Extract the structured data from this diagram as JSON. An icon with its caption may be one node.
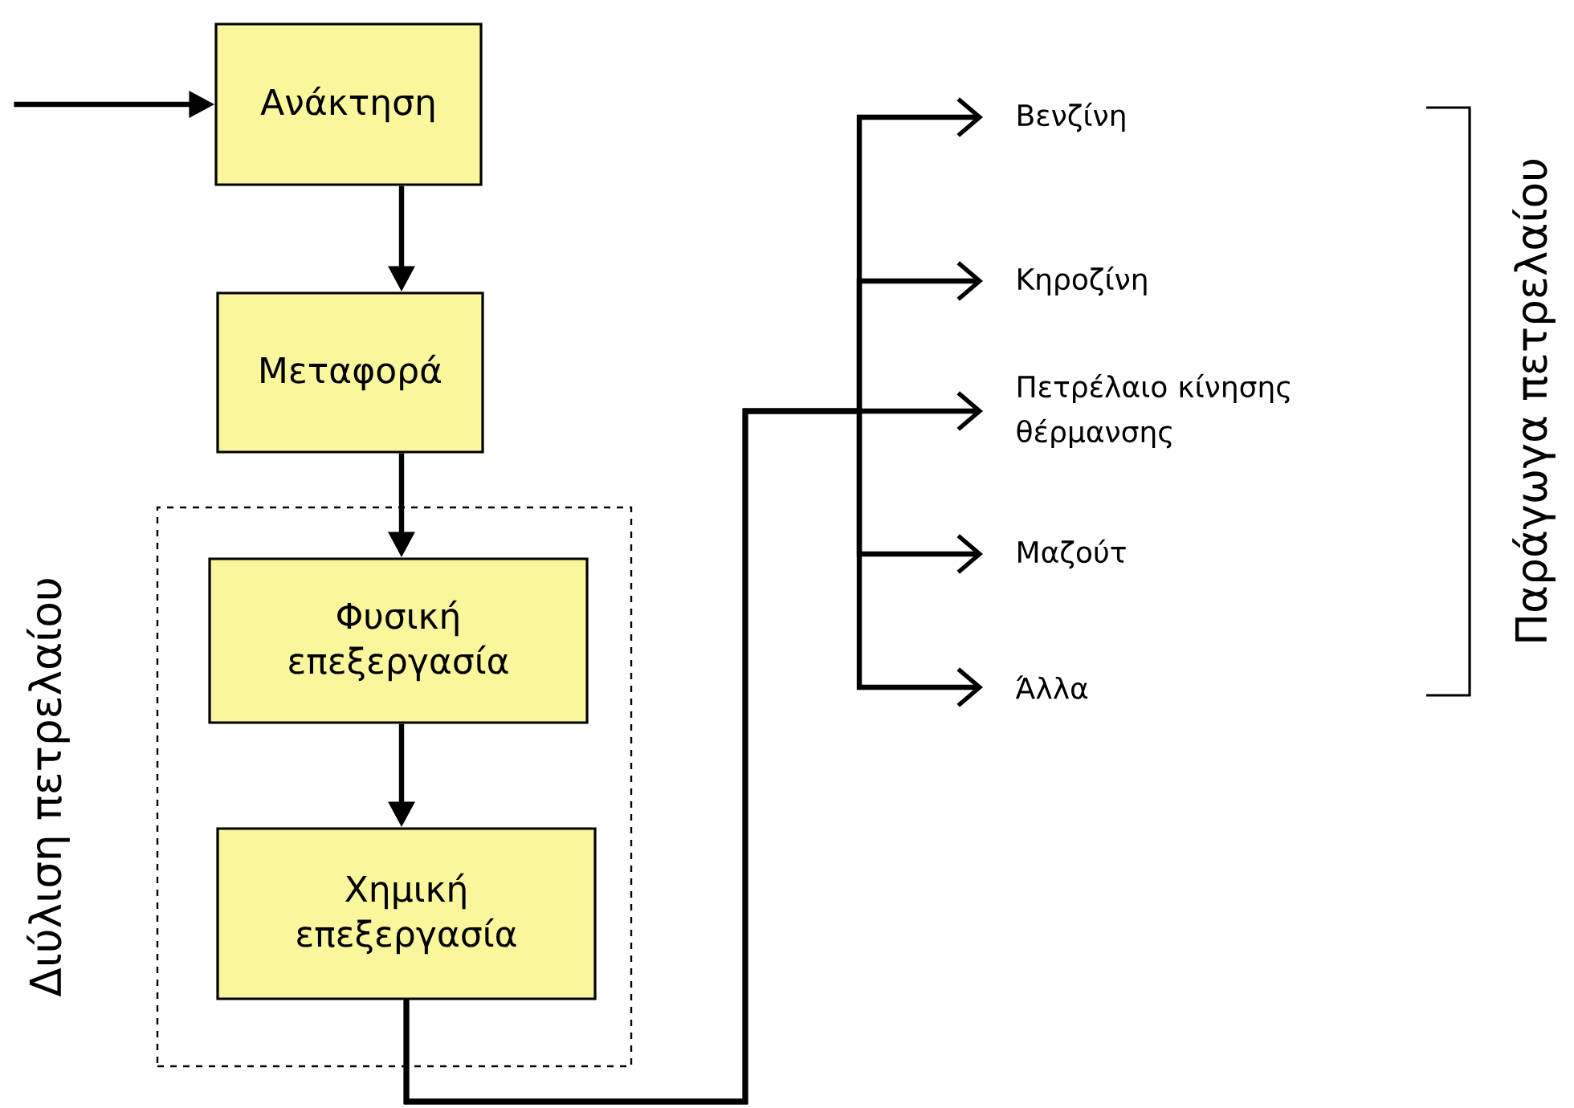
{
  "diagram": {
    "nodes": [
      {
        "text": [
          "Ανάκτηση"
        ]
      },
      {
        "text": [
          "Μεταφορά"
        ]
      },
      {
        "text": [
          "Διύλιση πετρελαίου"
        ]
      },
      {
        "text": [
          "Φυσική επεξεργασία"
        ],
        "in": 2
      },
      {
        "text": [
          "Χημική επεξεργασία"
        ],
        "in": 2
      },
      {
        "text": [
          "Βενζίνη"
        ]
      },
      {
        "text": [
          "Κηροζίνη"
        ]
      },
      {
        "text": [
          "Πετρέλαιο κίνησης θέρμανσης"
        ]
      },
      {
        "text": [
          "Μαζούτ"
        ]
      },
      {
        "text": [
          "Άλλα"
        ]
      }
    ],
    "edges": [
      {
        "from": null,
        "to": 0,
        "arrow": "to"
      },
      {
        "from": 0,
        "to": 1,
        "arrow": "to"
      },
      {
        "from": 1,
        "to": 3,
        "arrow": "to"
      },
      {
        "from": 3,
        "to": 4,
        "arrow": "to"
      },
      {
        "from": 4,
        "to": 5,
        "arrow": "to"
      },
      {
        "from": 4,
        "to": 6,
        "arrow": "to"
      },
      {
        "from": 4,
        "to": 7,
        "arrow": "to"
      },
      {
        "from": 4,
        "to": 8,
        "arrow": "to"
      },
      {
        "from": 4,
        "to": 9,
        "arrow": "to"
      }
    ],
    "labels": [
      "Παράγωγα πετρελαίου"
    ]
  }
}
